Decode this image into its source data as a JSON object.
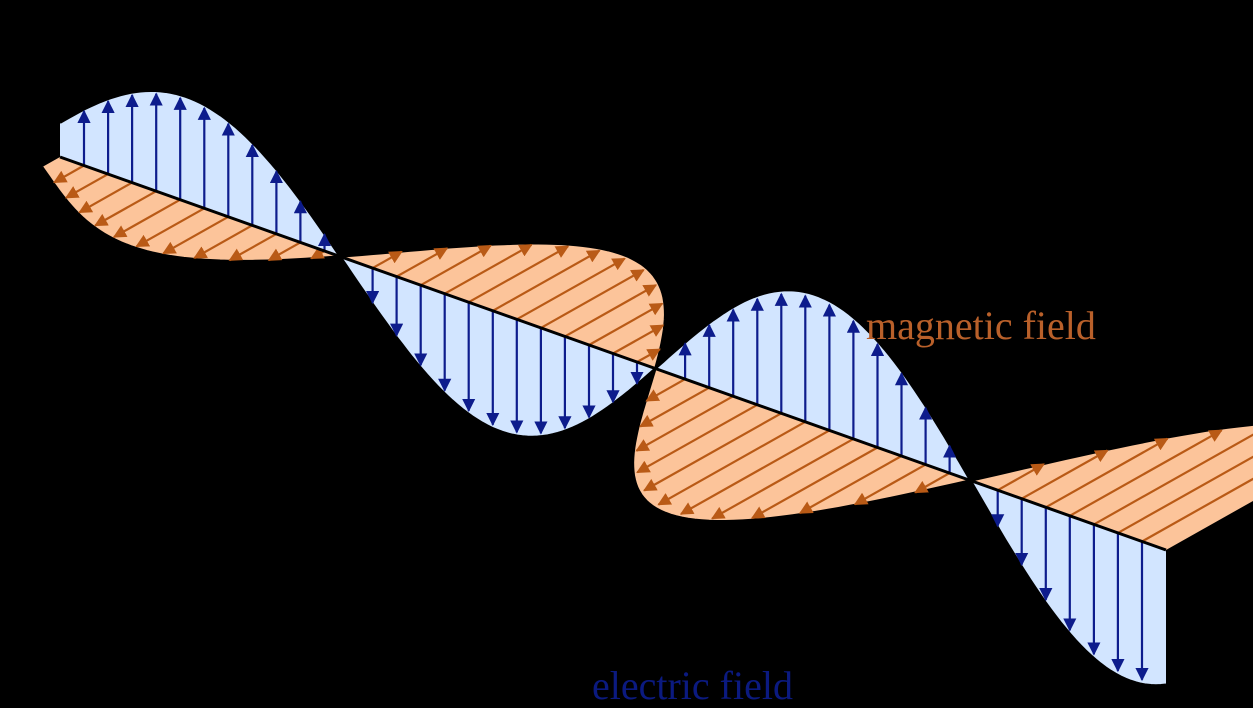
{
  "labels": {
    "magnetic": "magnetic field",
    "electric": "electric field"
  },
  "colors": {
    "background": "#000000",
    "electric_fill": "#d2e5ff",
    "electric_stroke": "#000000",
    "electric_arrow": "#0d1c8c",
    "electric_text": "#0b1a80",
    "magnetic_fill": "#fcc49a",
    "magnetic_stroke": "#000000",
    "magnetic_arrow": "#b95a16",
    "magnetic_text": "#b9602a",
    "axis": "#000000"
  },
  "diagram": {
    "subject": "electromagnetic wave",
    "components": [
      "electric field",
      "magnetic field",
      "propagation axis"
    ]
  }
}
